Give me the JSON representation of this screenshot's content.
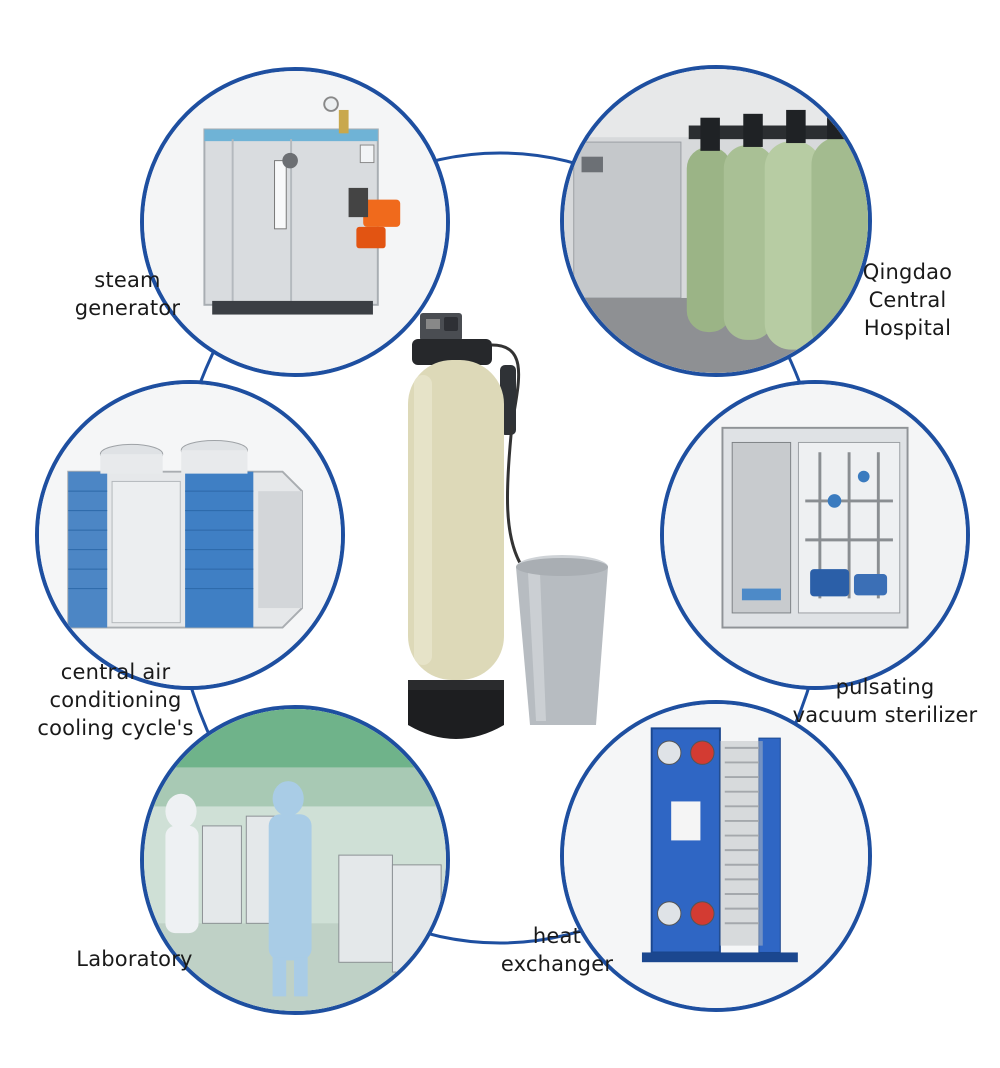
{
  "applications": [
    {
      "key": "steam",
      "lines": [
        "steam",
        "generator"
      ]
    },
    {
      "key": "hospital",
      "lines": [
        "Qingdao",
        "Central",
        "Hospital"
      ]
    },
    {
      "key": "aircon",
      "lines": [
        "central air",
        "conditioning",
        "cooling cycle's"
      ]
    },
    {
      "key": "sterilizer",
      "lines": [
        "pulsating",
        "vacuum sterilizer"
      ]
    },
    {
      "key": "lab",
      "lines": [
        "Laboratory"
      ]
    },
    {
      "key": "heatex",
      "lines": [
        "heat",
        "exchanger"
      ]
    }
  ],
  "colors": {
    "ring": "#1e4fa0",
    "connector": "#1e4fa0",
    "text": "#1a1a1a"
  },
  "center_product": "water-softener"
}
